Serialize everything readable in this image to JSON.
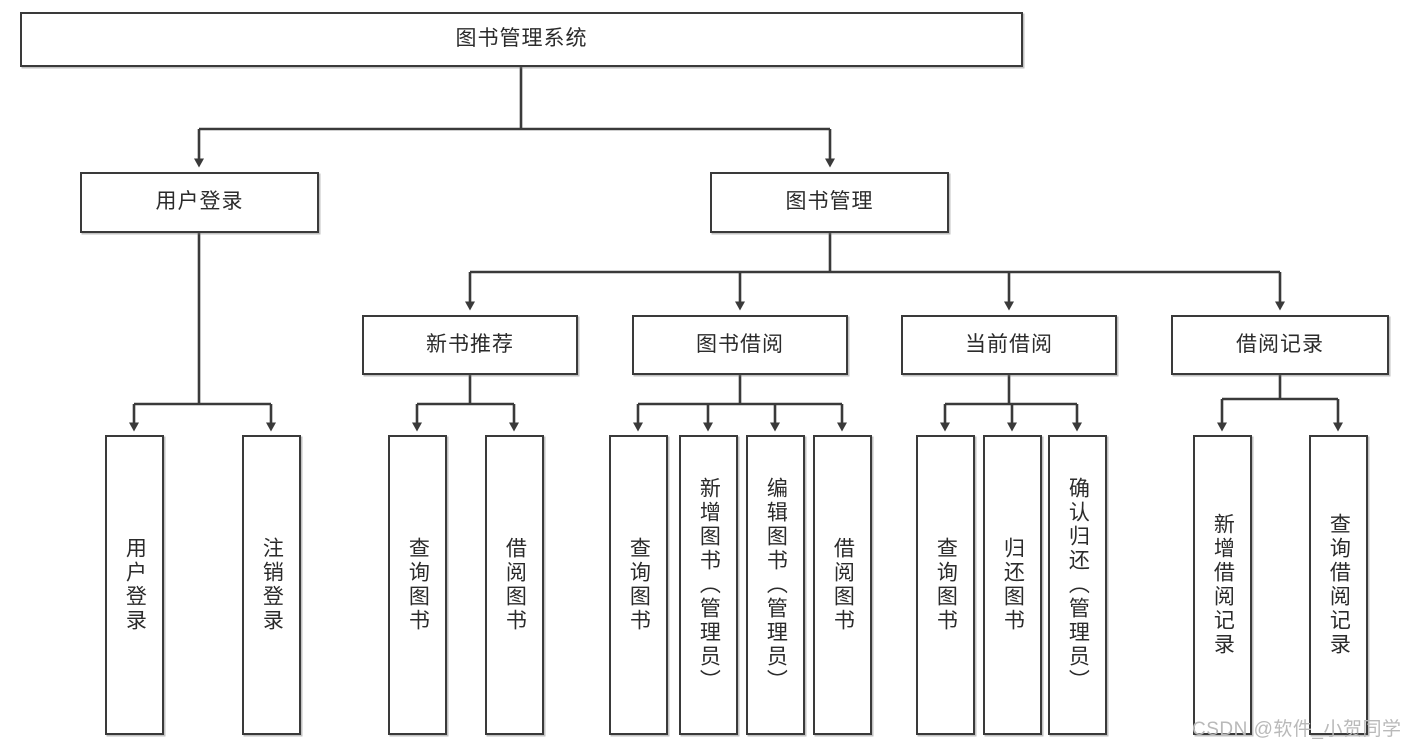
{
  "diagram": {
    "title": "图书管理系统",
    "type": "tree-hierarchy-chart",
    "orientation": "top-down",
    "colors": {
      "node_border": "#3a3a3a",
      "node_fill": "#ffffff",
      "edge": "#3a3a3a",
      "text": "#2b2b2b",
      "watermark": "#b9b9b9",
      "background": "#ffffff"
    },
    "root": {
      "label": "图书管理系统"
    },
    "level2": [
      {
        "label": "用户登录"
      },
      {
        "label": "图书管理"
      }
    ],
    "level3": [
      {
        "label": "新书推荐"
      },
      {
        "label": "图书借阅"
      },
      {
        "label": "当前借阅"
      },
      {
        "label": "借阅记录"
      }
    ],
    "leaves": {
      "user_login": [
        {
          "label": "用户登录"
        },
        {
          "label": "注销登录"
        }
      ],
      "new_book_recommend": [
        {
          "label": "查询图书"
        },
        {
          "label": "借阅图书"
        }
      ],
      "book_borrow": [
        {
          "label": "查询图书"
        },
        {
          "label": "新增图书（管理员）"
        },
        {
          "label": "编辑图书（管理员）"
        },
        {
          "label": "借阅图书"
        }
      ],
      "current_borrow": [
        {
          "label": "查询图书"
        },
        {
          "label": "归还图书"
        },
        {
          "label": "确认归还（管理员）"
        }
      ],
      "borrow_record": [
        {
          "label": "新增借阅记录"
        },
        {
          "label": "查询借阅记录"
        }
      ]
    }
  },
  "watermark": {
    "text": "CSDN @软件_小贺同学"
  }
}
